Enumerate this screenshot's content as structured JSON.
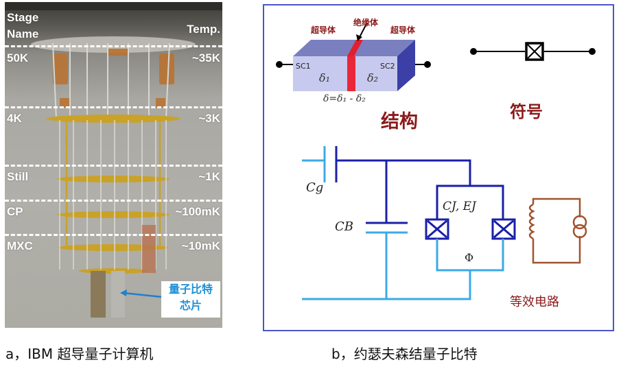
{
  "panel_a": {
    "header_left": [
      "Stage",
      "Name"
    ],
    "header_right": "Temp.",
    "stages": [
      {
        "name": "50K",
        "temp": "~35K"
      },
      {
        "name": "4K",
        "temp": "~3K"
      },
      {
        "name": "Still",
        "temp": "~1K"
      },
      {
        "name": "CP",
        "temp": "~100mK"
      },
      {
        "name": "MXC",
        "temp": "~10mK"
      }
    ],
    "chip_label_line1": "量子比特",
    "chip_label_line2": "芯片",
    "caption": "a，IBM 超导量子计算机"
  },
  "panel_b": {
    "structure": {
      "superconductor_left": "超导体",
      "insulator": "绝缘体",
      "superconductor_right": "超导体",
      "sc1": "SC1",
      "sc2": "SC2",
      "delta1": "δ₁",
      "delta2": "δ₂",
      "equation": "δ=δ₁ - δ₂",
      "title": "结构"
    },
    "symbol": {
      "title": "符号"
    },
    "circuit": {
      "cg": "Cg",
      "cb": "CB",
      "cj_ej": "CJ, EJ",
      "phi": "Φ",
      "title": "等效电路"
    },
    "caption": "b，约瑟夫森结量子比特"
  },
  "colors": {
    "frame": "#4a55c8",
    "dark_wire": "#1a1fa8",
    "light_wire": "#3ba9e6",
    "resonator": "#a0522d",
    "label_red": "#8b1a1a",
    "chip_text": "#1f8fd6"
  }
}
